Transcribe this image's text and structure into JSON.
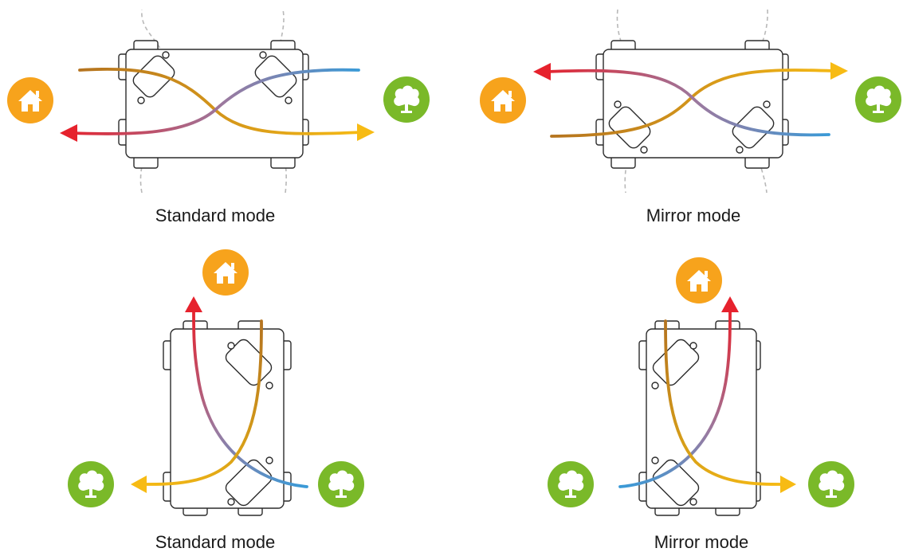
{
  "captions": {
    "top_left": "Standard mode",
    "top_right": "Mirror mode",
    "bottom_left": "Standard mode",
    "bottom_right": "Mirror mode"
  },
  "icons": {
    "indoor": "house-icon",
    "outdoor": "tree-icon"
  },
  "colors": {
    "indoor_icon": "#f7a31c",
    "outdoor_icon": "#7ab929",
    "supply_hot": "#e6222d",
    "supply_cold": "#3a9ad7",
    "extract_warm": "#b5741f",
    "exhaust": "#f7bb14",
    "bypass": "#b9b9b9"
  }
}
